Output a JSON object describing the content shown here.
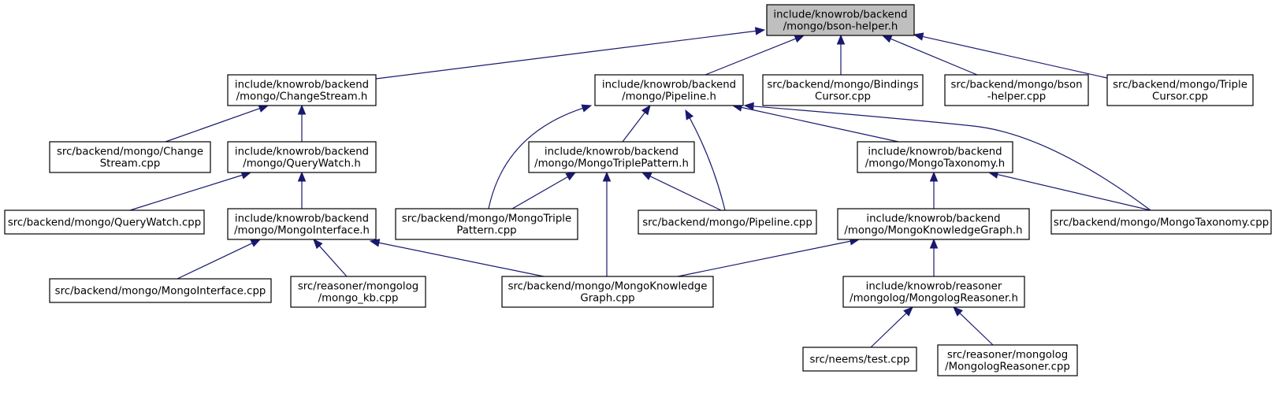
{
  "diagram": {
    "type": "include-dependency-graph",
    "colors": {
      "edge": "#191970",
      "root_fill": "#bfbfbf",
      "node_fill": "#ffffff",
      "node_border": "#000000"
    },
    "nodes": [
      {
        "id": "bson_helper_h",
        "lines": [
          "include/knowrob/backend",
          "/mongo/bson-helper.h"
        ],
        "root": true
      },
      {
        "id": "changestream_h",
        "lines": [
          "include/knowrob/backend",
          "/mongo/ChangeStream.h"
        ]
      },
      {
        "id": "pipeline_h",
        "lines": [
          "include/knowrob/backend",
          "/mongo/Pipeline.h"
        ]
      },
      {
        "id": "bindingscursor_cpp",
        "lines": [
          "src/backend/mongo/Bindings",
          "Cursor.cpp"
        ]
      },
      {
        "id": "bson_helper_cpp",
        "lines": [
          "src/backend/mongo/bson",
          "-helper.cpp"
        ]
      },
      {
        "id": "triplecursor_cpp",
        "lines": [
          "src/backend/mongo/Triple",
          "Cursor.cpp"
        ]
      },
      {
        "id": "changestream_cpp",
        "lines": [
          "src/backend/mongo/Change",
          "Stream.cpp"
        ]
      },
      {
        "id": "querywatch_h",
        "lines": [
          "include/knowrob/backend",
          "/mongo/QueryWatch.h"
        ]
      },
      {
        "id": "mongotriplepattern_h",
        "lines": [
          "include/knowrob/backend",
          "/mongo/MongoTriplePattern.h"
        ]
      },
      {
        "id": "mongotaxonomy_h",
        "lines": [
          "include/knowrob/backend",
          "/mongo/MongoTaxonomy.h"
        ]
      },
      {
        "id": "querywatch_cpp",
        "lines": [
          "src/backend/mongo/QueryWatch.cpp"
        ]
      },
      {
        "id": "mongointerface_h",
        "lines": [
          "include/knowrob/backend",
          "/mongo/MongoInterface.h"
        ]
      },
      {
        "id": "mongotriplepattern_cpp",
        "lines": [
          "src/backend/mongo/MongoTriple",
          "Pattern.cpp"
        ]
      },
      {
        "id": "pipeline_cpp",
        "lines": [
          "src/backend/mongo/Pipeline.cpp"
        ]
      },
      {
        "id": "mongoknowledgegraph_h",
        "lines": [
          "include/knowrob/backend",
          "/mongo/MongoKnowledgeGraph.h"
        ]
      },
      {
        "id": "mongotaxonomy_cpp",
        "lines": [
          "src/backend/mongo/MongoTaxonomy.cpp"
        ]
      },
      {
        "id": "mongointerface_cpp",
        "lines": [
          "src/backend/mongo/MongoInterface.cpp"
        ]
      },
      {
        "id": "mongo_kb_cpp",
        "lines": [
          "src/reasoner/mongolog",
          "/mongo_kb.cpp"
        ]
      },
      {
        "id": "mongoknowledgegraph_cpp",
        "lines": [
          "src/backend/mongo/MongoKnowledge",
          "Graph.cpp"
        ]
      },
      {
        "id": "mongologreasoner_h",
        "lines": [
          "include/knowrob/reasoner",
          "/mongolog/MongologReasoner.h"
        ]
      },
      {
        "id": "test_cpp",
        "lines": [
          "src/neems/test.cpp"
        ]
      },
      {
        "id": "mongologreasoner_cpp",
        "lines": [
          "src/reasoner/mongolog",
          "/MongologReasoner.cpp"
        ]
      }
    ],
    "edges": [
      {
        "from": "changestream_h",
        "to": "bson_helper_h"
      },
      {
        "from": "pipeline_h",
        "to": "bson_helper_h"
      },
      {
        "from": "bindingscursor_cpp",
        "to": "bson_helper_h"
      },
      {
        "from": "bson_helper_cpp",
        "to": "bson_helper_h"
      },
      {
        "from": "triplecursor_cpp",
        "to": "bson_helper_h"
      },
      {
        "from": "changestream_cpp",
        "to": "changestream_h"
      },
      {
        "from": "querywatch_h",
        "to": "changestream_h"
      },
      {
        "from": "querywatch_cpp",
        "to": "querywatch_h"
      },
      {
        "from": "mongointerface_h",
        "to": "querywatch_h"
      },
      {
        "from": "mongointerface_cpp",
        "to": "mongointerface_h"
      },
      {
        "from": "mongo_kb_cpp",
        "to": "mongointerface_h"
      },
      {
        "from": "mongoknowledgegraph_cpp",
        "to": "mongointerface_h"
      },
      {
        "from": "mongotriplepattern_cpp",
        "to": "pipeline_h"
      },
      {
        "from": "mongotriplepattern_h",
        "to": "pipeline_h"
      },
      {
        "from": "pipeline_cpp",
        "to": "pipeline_h"
      },
      {
        "from": "mongotaxonomy_h",
        "to": "pipeline_h"
      },
      {
        "from": "mongotaxonomy_cpp",
        "to": "pipeline_h"
      },
      {
        "from": "mongotriplepattern_cpp",
        "to": "mongotriplepattern_h"
      },
      {
        "from": "mongoknowledgegraph_cpp",
        "to": "mongotriplepattern_h"
      },
      {
        "from": "pipeline_cpp",
        "to": "mongotriplepattern_h"
      },
      {
        "from": "mongoknowledgegraph_h",
        "to": "mongotaxonomy_h"
      },
      {
        "from": "mongotaxonomy_cpp",
        "to": "mongotaxonomy_h"
      },
      {
        "from": "mongoknowledgegraph_cpp",
        "to": "mongoknowledgegraph_h"
      },
      {
        "from": "mongologreasoner_h",
        "to": "mongoknowledgegraph_h"
      },
      {
        "from": "test_cpp",
        "to": "mongologreasoner_h"
      },
      {
        "from": "mongologreasoner_cpp",
        "to": "mongologreasoner_h"
      }
    ]
  }
}
